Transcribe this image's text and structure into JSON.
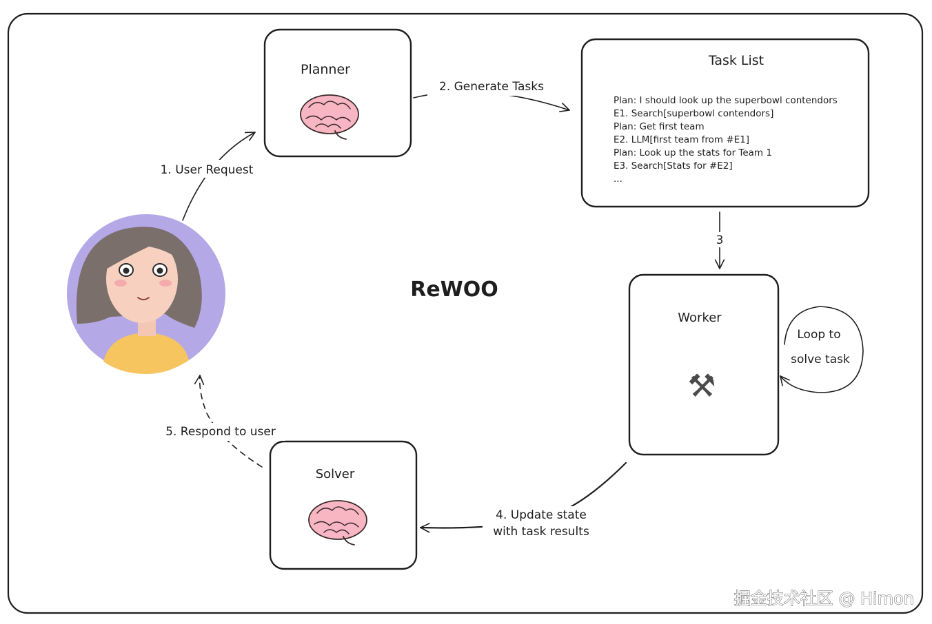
{
  "diagram": {
    "title": "ReWOO",
    "nodes": {
      "planner": {
        "label": "Planner"
      },
      "task_list": {
        "title": "Task List",
        "lines": [
          "Plan: I should look up the superbowl contendors",
          "E1. Search[superbowl contendors]",
          "Plan: Get first team",
          "E2. LLM[first team from #E1]",
          "Plan: Look up the stats for Team 1",
          "E3. Search[Stats for #E2]",
          "..."
        ]
      },
      "worker": {
        "label": "Worker",
        "icon": "hammer-and-wrench-icon",
        "icon_glyph": "⚒"
      },
      "solver": {
        "label": "Solver"
      },
      "user": {
        "icon": "user-avatar"
      }
    },
    "edges": {
      "user_request": "1. User Request",
      "generate_tasks": "2. Generate Tasks",
      "step3": "3",
      "loop": [
        "Loop to",
        "solve task"
      ],
      "update_state": [
        "4. Update state",
        "with task results"
      ],
      "respond": "5. Respond to user"
    },
    "watermark": "掘金技术社区 @ Himon"
  }
}
